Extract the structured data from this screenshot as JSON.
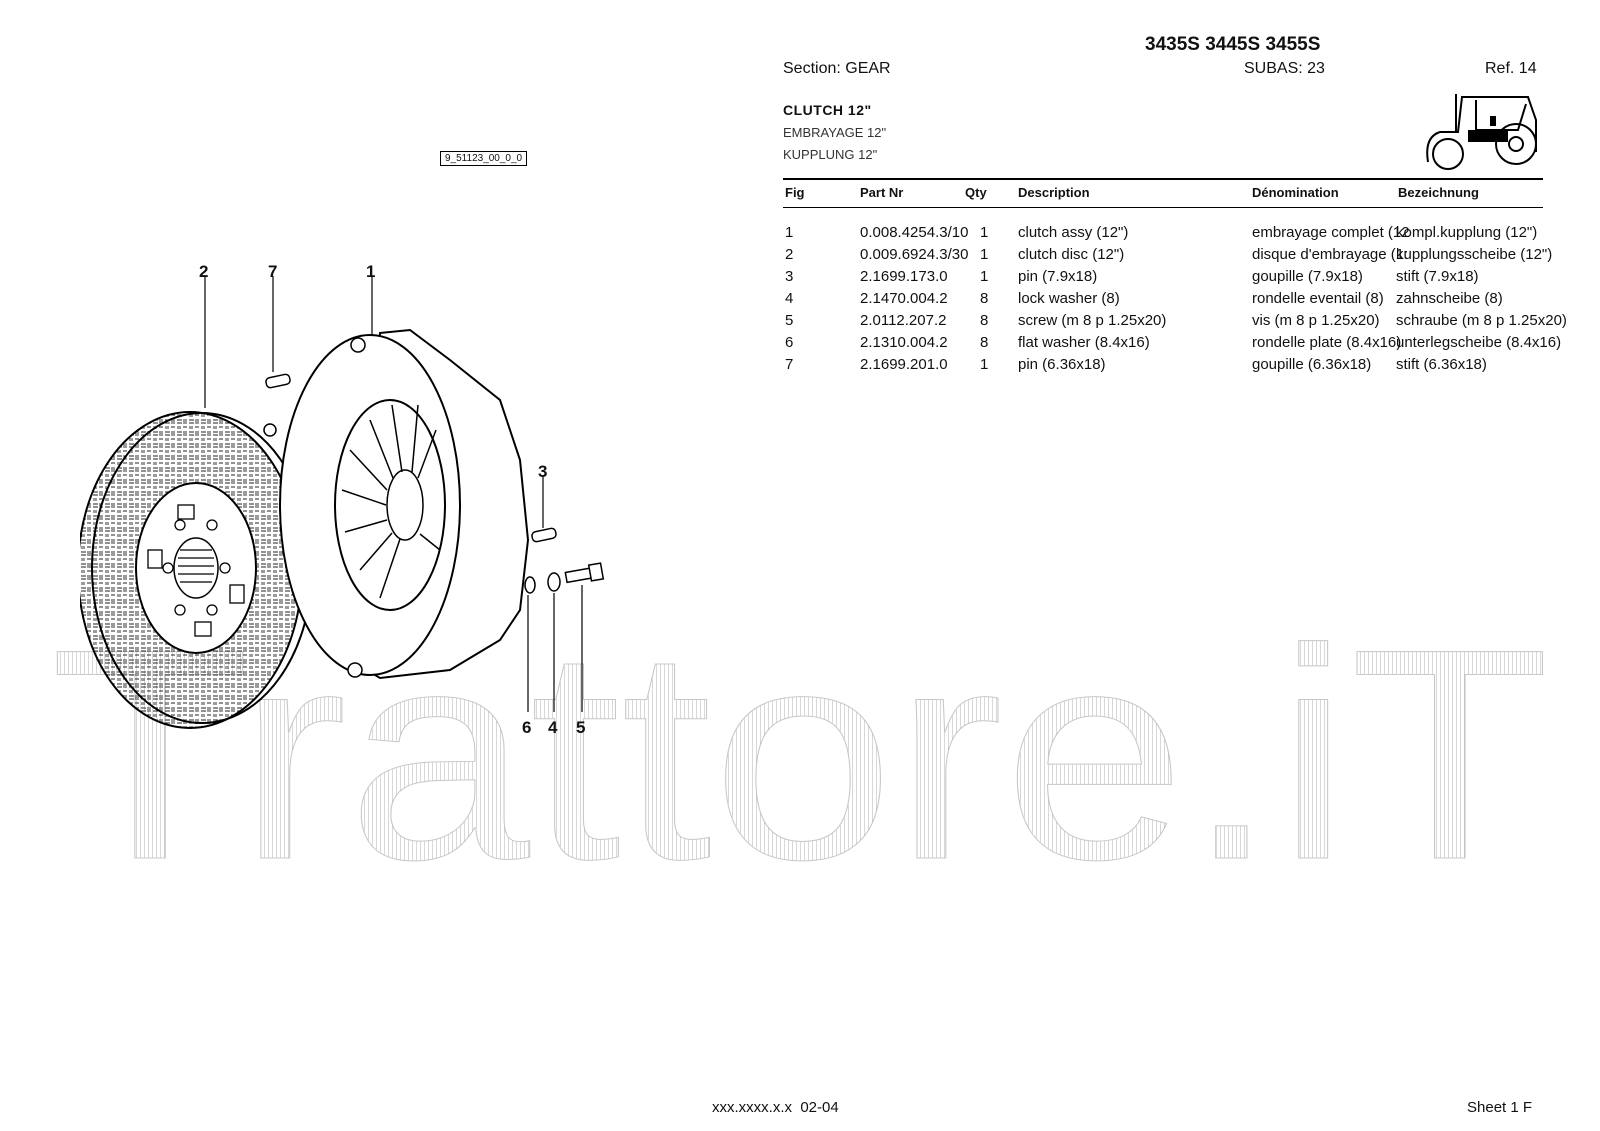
{
  "header": {
    "models": "3435S 3445S 3455S",
    "section": "Section: GEAR",
    "subas": "SUBAS: 23",
    "ref": "Ref. 14"
  },
  "titles": {
    "en": "CLUTCH 12\"",
    "fr": "EMBRAYAGE 12\"",
    "de": "KUPPLUNG 12\""
  },
  "drawing_ref": "9_51123_00_0_0",
  "table": {
    "headers": [
      "Fig",
      "Part Nr",
      "Qty",
      "Description",
      "Dénomination",
      "Bezeichnung"
    ],
    "rows": [
      [
        "1",
        "0.008.4254.3/10",
        "1",
        "clutch assy (12\")",
        "embrayage complet (12",
        "kompl.kupplung (12\")"
      ],
      [
        "2",
        "0.009.6924.3/30",
        "1",
        "clutch disc (12\")",
        "disque d'embrayage (1:",
        "kupplungsscheibe (12\")"
      ],
      [
        "3",
        "2.1699.173.0",
        "1",
        "pin (7.9x18)",
        "goupille (7.9x18)",
        "stift (7.9x18)"
      ],
      [
        "4",
        "2.1470.004.2",
        "8",
        "lock washer (8)",
        "rondelle eventail (8)",
        "zahnscheibe (8)"
      ],
      [
        "5",
        "2.0112.207.2",
        "8",
        "screw (m 8 p 1.25x20)",
        "vis (m 8 p 1.25x20)",
        "schraube (m 8 p 1.25x20)"
      ],
      [
        "6",
        "2.1310.004.2",
        "8",
        "flat washer (8.4x16)",
        "rondelle plate (8.4x16)",
        "unterlegscheibe (8.4x16)"
      ],
      [
        "7",
        "2.1699.201.0",
        "1",
        "pin (6.36x18)",
        "goupille (6.36x18)",
        "stift (6.36x18)"
      ]
    ]
  },
  "callouts": [
    "2",
    "7",
    "1",
    "3",
    "6",
    "4",
    "5"
  ],
  "watermark": "Trattore.iT",
  "footer": {
    "code": "xxx.xxxx.x.x  02-04",
    "sheet": "Sheet 1 F"
  }
}
